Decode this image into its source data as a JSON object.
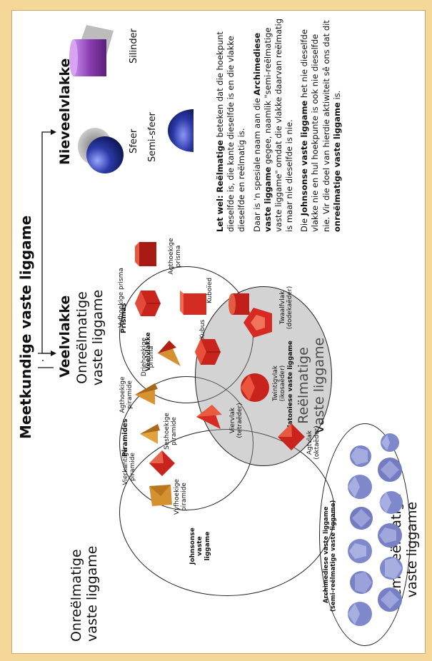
{
  "title": "Meetkundige vaste liggame",
  "branches": {
    "polyhedra_heading": "Veelvlakke",
    "nonpolyhedra_heading": "Nieveelvlakke"
  },
  "labels": {
    "irregular_top": "Onreëlmatige vaste liggame",
    "irregular_left": "Onreëlmatige vaste liggame",
    "regular": "Reëlmatige vaste liggame",
    "semi_regular": "Semi-reëlmatige vaste liggame"
  },
  "sets": {
    "veelvlakke": "Veelvlakke",
    "prismas": "Prismas",
    "piramides": "Piramides",
    "platoniese": "Platoniese vaste liggame",
    "johnsonse": "Johnsonse vaste liggame",
    "archimediese_1": "Archimediese vaste liggame",
    "archimediese_2": "(semi-reëlmatige vaste liggame)"
  },
  "solids": {
    "vyfhoekige_prisma": "Vyfhoekige prisma",
    "agthoekige_prisma": "Agthoekige prisma",
    "kuboied": "Kuboïed",
    "driehoekige_prisma": "Driehoekige prisma",
    "kubus": "Kubus",
    "agthoekige_piramide": "Agthoekige piramide",
    "seshoekige_piramide": "Seshoekige piramide",
    "viervlak": "Viervlak (tetraëder)",
    "twintigvlak": "Twintigvlak (ikosaëder)",
    "twaalfvlak": "Twaalfvlak (dodekaëder)",
    "agtvlak": "Agtvlak (oktaëder)",
    "vierkantige_piramide": "Vierkantige piramide",
    "vyfhoekige_piramide": "Vyfhoekige piramide"
  },
  "curved": {
    "sfeer": "Sfeer",
    "silinder": "Silinder",
    "semi_sfeer": "Semi-sfeer"
  },
  "notes": {
    "p1_lead": "Let wel:",
    "p1_term": "Reëlmatige",
    "p1_text": "beteken dat die hoekpunt dieselfde is, die kante dieselfde is en die vlakke dieselfde en reëlmatig is.",
    "p2_pre": "Daar is 'n spesiale naam aan die",
    "p2_term": "Archimediese vaste liggame",
    "p2_text": "gegee, naamlik \"semi-reëlmatige vaste liggame\" omdat die vlakke daarvan reëlmatig is maar nie dieselfde is nie.",
    "p3_pre": "Die",
    "p3_term": "Johnsonse vaste liggame",
    "p3_text": "het nie dieselfde vlakke nie en hul hoekpunte is ook nie dieselfde nie. Vir die doel van hierdie aktiwiteit sê ons dat dit",
    "p3_term2": "onreëlmatige vaste liggame",
    "p3_end": "is."
  },
  "colors": {
    "background": "#f5d79a",
    "prism_red": "#c8231d",
    "pyramid_orange": "#d7932f",
    "platonic_red": "#d62a22",
    "archimedean_blue": "#8088cc",
    "sphere_blue": "#2c3aa8",
    "cylinder_purple": "#8a3db0"
  }
}
